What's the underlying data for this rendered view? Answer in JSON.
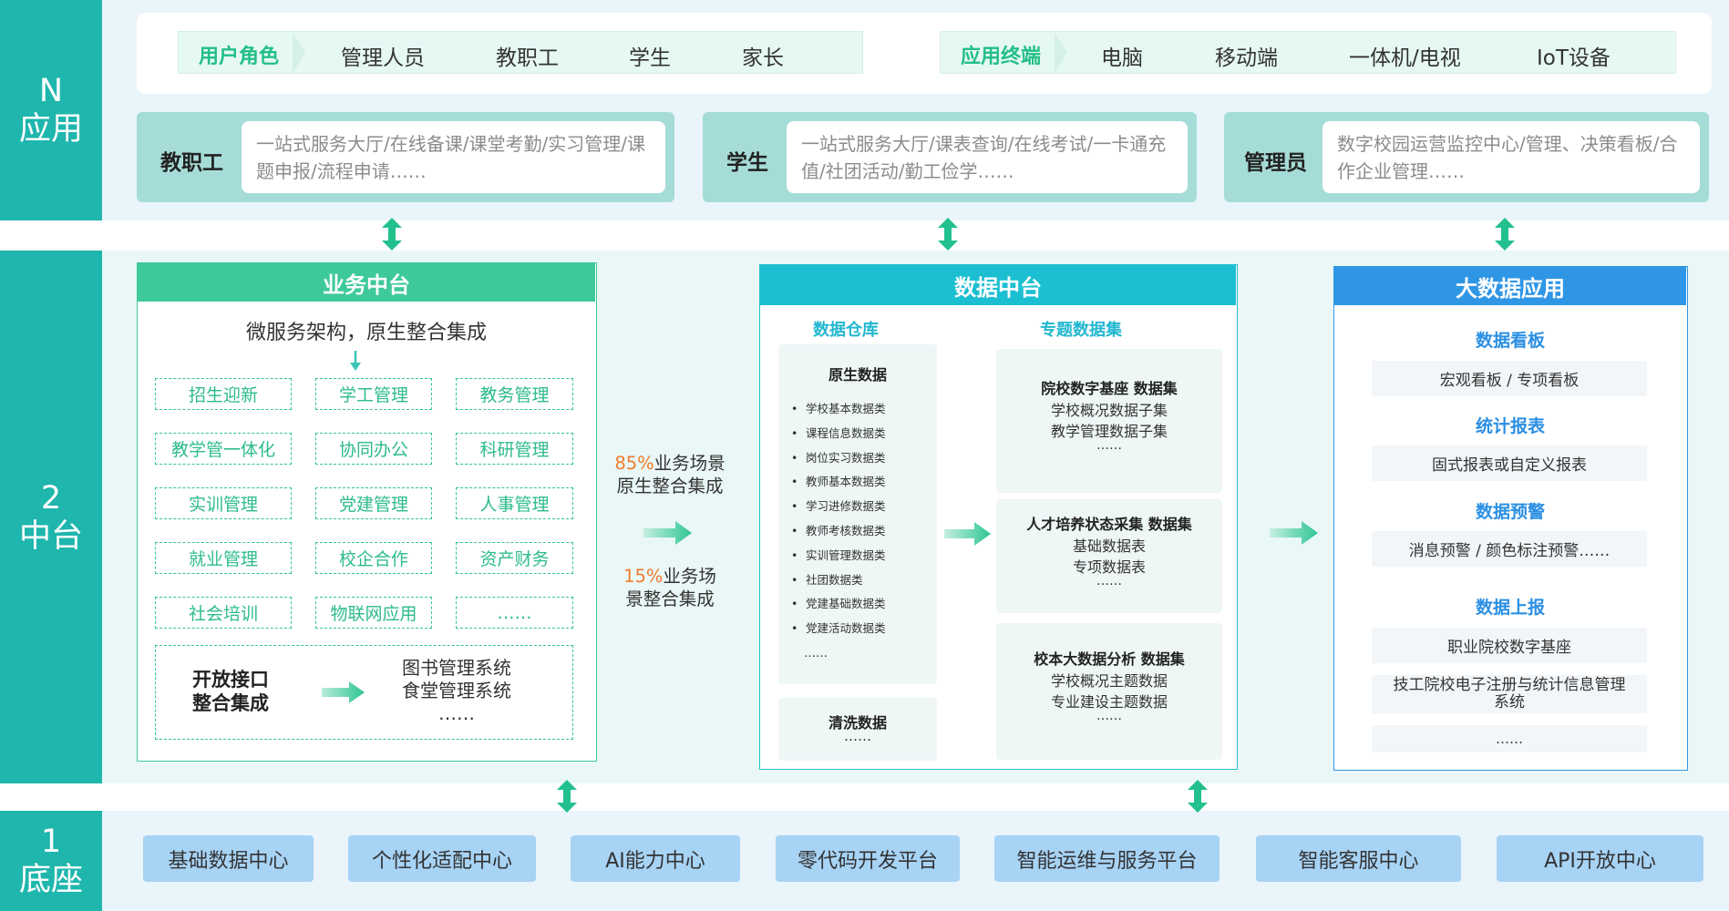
{
  "layers": {
    "n": {
      "num": "N",
      "label": "应用"
    },
    "two": {
      "num": "2",
      "label": "中台"
    },
    "one": {
      "num": "1",
      "label": "底座"
    }
  },
  "user_roles": {
    "title": "用户角色",
    "items": [
      "管理人员",
      "教职工",
      "学生",
      "家长"
    ]
  },
  "terminals": {
    "title": "应用终端",
    "items": [
      "电脑",
      "移动端",
      "一体机/电视",
      "IoT设备"
    ]
  },
  "role_cards": [
    {
      "name": "教职工",
      "desc": "一站式服务大厅/在线备课/课堂考勤/实习管理/课题申报/流程申请……"
    },
    {
      "name": "学生",
      "desc": "一站式服务大厅/课表查询/在线考试/一卡通充值/社团活动/勤工俭学……"
    },
    {
      "name": "管理员",
      "desc": "数字校园运营监控中心/管理、决策看板/合作企业管理……"
    }
  ],
  "business": {
    "title": "业务中台",
    "subtitle": "微服务架构，原生整合集成",
    "items": [
      "招生迎新",
      "学工管理",
      "教务管理",
      "教学管一体化",
      "协同办公",
      "科研管理",
      "实训管理",
      "党建管理",
      "人事管理",
      "就业管理",
      "校企合作",
      "资产财务",
      "社会培训",
      "物联网应用",
      "……"
    ],
    "open_title_1": "开放接口",
    "open_title_2": "整合集成",
    "systems": [
      "图书管理系统",
      "食堂管理系统",
      "……"
    ]
  },
  "scenario": {
    "a_pct": "85%",
    "a_text1": "业务场景",
    "a_text2": "原生整合集成",
    "b_pct": "15%",
    "b_text1": "业务场",
    "b_text2": "景整合集成"
  },
  "data_mid": {
    "title": "数据中台",
    "warehouse": "数据仓库",
    "raw_title": "原生数据",
    "raw_items": [
      "学校基本数据类",
      "课程信息数据类",
      "岗位实习数据类",
      "教师基本数据类",
      "学习进修数据类",
      "教师考核数据类",
      "实训管理数据类",
      "社团数据类",
      "党建基础数据类",
      "党建活动数据类"
    ],
    "raw_more": "……",
    "clean_title": "清洗数据",
    "clean_more": "……",
    "topic": "专题数据集",
    "sets": [
      {
        "title": "院校数字基座 数据集",
        "lines": [
          "学校概况数据子集",
          "教学管理数据子集",
          "……"
        ]
      },
      {
        "title": "人才培养状态采集 数据集",
        "lines": [
          "基础数据表",
          "专项数据表",
          "……"
        ]
      },
      {
        "title": "校本大数据分析 数据集",
        "lines": [
          "学校概况主题数据",
          "专业建设主题数据",
          "……"
        ]
      }
    ]
  },
  "bigdata": {
    "title": "大数据应用",
    "sections": [
      {
        "title": "数据看板",
        "items": [
          "宏观看板 / 专项看板"
        ]
      },
      {
        "title": "统计报表",
        "items": [
          "固式报表或自定义报表"
        ]
      },
      {
        "title": "数据预警",
        "items": [
          "消息预警 / 颜色标注预警……"
        ]
      },
      {
        "title": "数据上报",
        "items": [
          "职业院校数字基座",
          "技工院校电子注册与统计信息管理系统",
          "……"
        ]
      }
    ]
  },
  "base": {
    "items": [
      "基础数据中心",
      "个性化适配中心",
      "AI能力中心",
      "零代码开发平台",
      "智能运维与服务平台",
      "智能客服中心",
      "API开放中心"
    ]
  },
  "colors": {
    "side": "#1fb6ad",
    "green": "#3ec99b",
    "teal": "#22bfcf",
    "blue": "#2f96e6",
    "orange": "#f07b2a"
  }
}
